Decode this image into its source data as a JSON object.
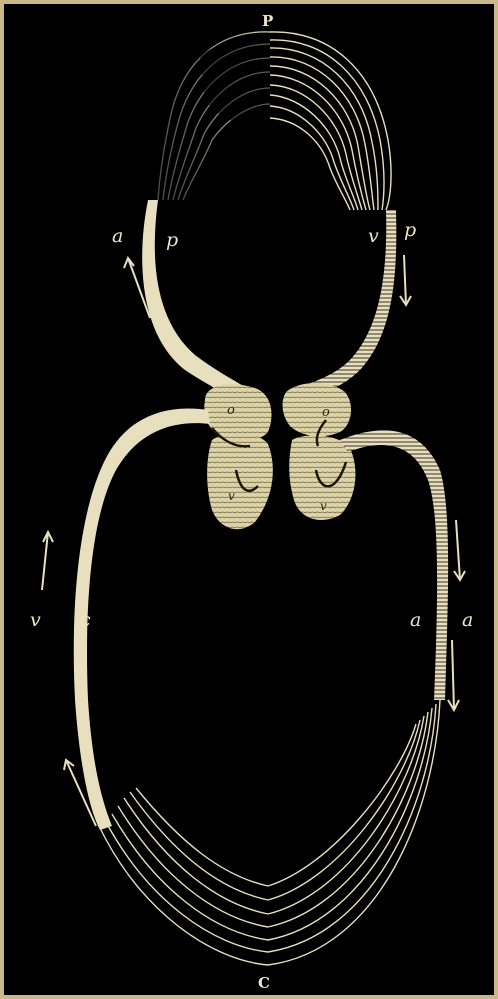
{
  "figure": {
    "labels": {
      "top": "P",
      "bottom": "C",
      "upper_left_a": "a",
      "upper_left_p": "p",
      "upper_right_v": "v",
      "upper_right_p": "p",
      "left_atrium_o": "o",
      "left_ventricle_v": "v",
      "right_atrium_o": "o",
      "right_ventricle_v": "v",
      "lower_left_v": "v",
      "lower_left_c": "c",
      "lower_right_a_inner": "a",
      "lower_right_a_outer": "a"
    },
    "colors": {
      "background": "#000000",
      "border": "#c9b98a",
      "vessel": "#e8dfbf",
      "organ": "#ddd3a8",
      "hatch": "#3a3520"
    }
  }
}
